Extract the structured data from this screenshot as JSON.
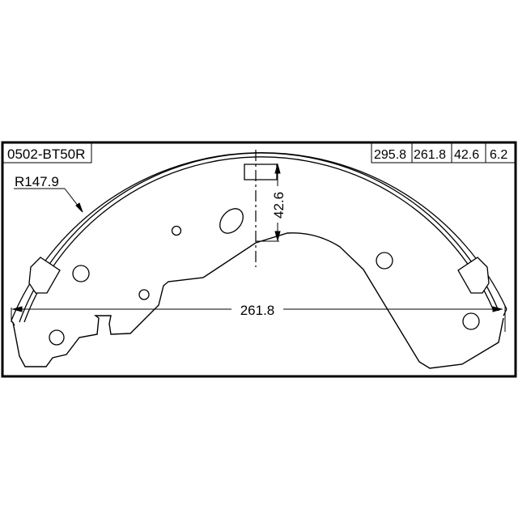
{
  "part_number": "0502-BT50R",
  "spec_table": [
    "295.8",
    "261.8",
    "42.6",
    "6.2"
  ],
  "dimensions": {
    "radius": "R147.9",
    "width": "261.8",
    "height": "42.6"
  }
}
